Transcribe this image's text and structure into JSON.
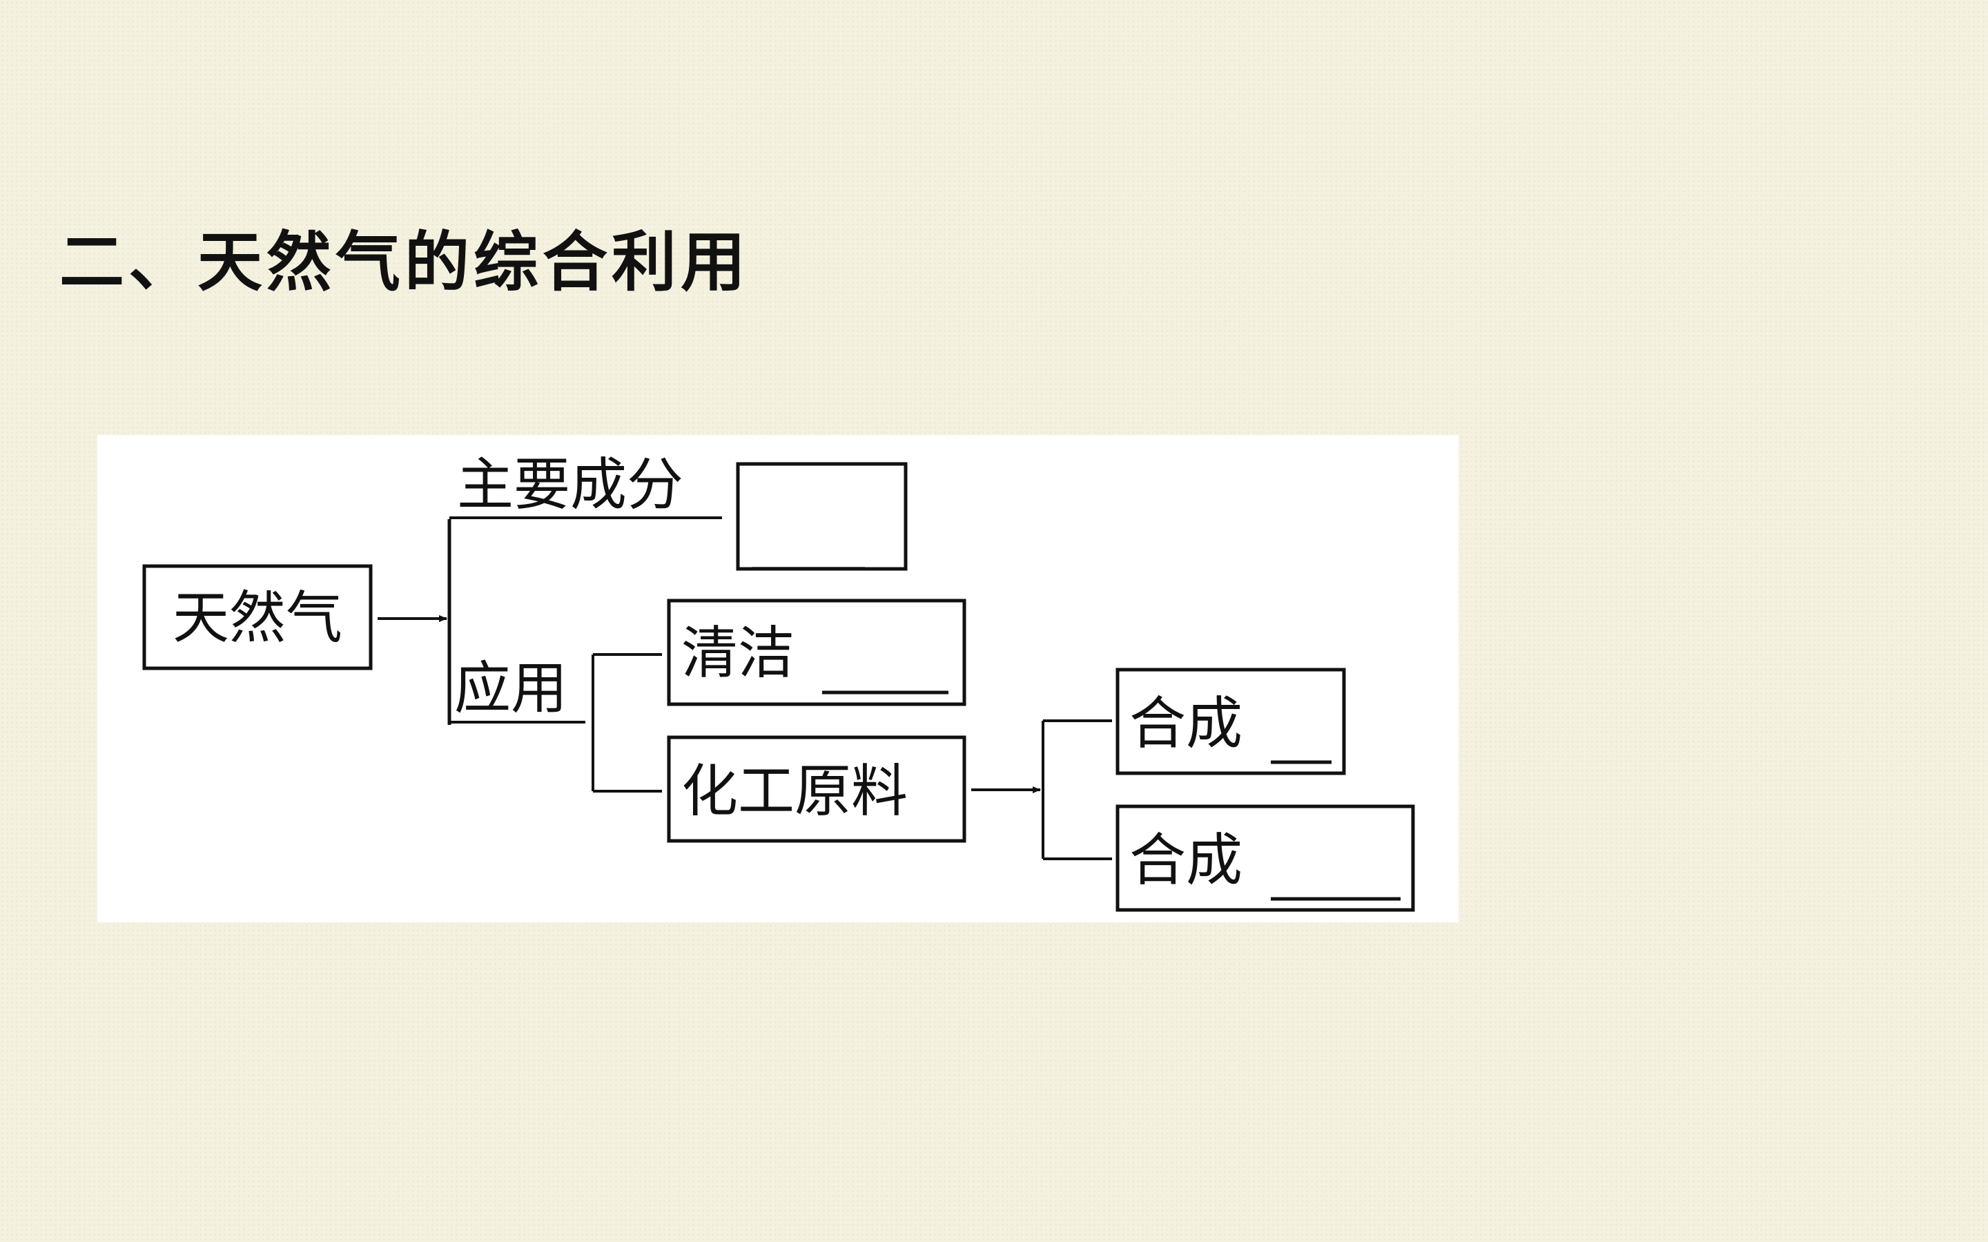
{
  "title": "二、天然气的综合利用",
  "diagram": {
    "root": "天然气",
    "branch_main_component": "主要成分",
    "branch_application": "应用",
    "clean_fuel": "清洁",
    "chemical_raw_material": "化工原料",
    "synthesis_1": "合成",
    "synthesis_2": "合成",
    "blank": "____"
  }
}
